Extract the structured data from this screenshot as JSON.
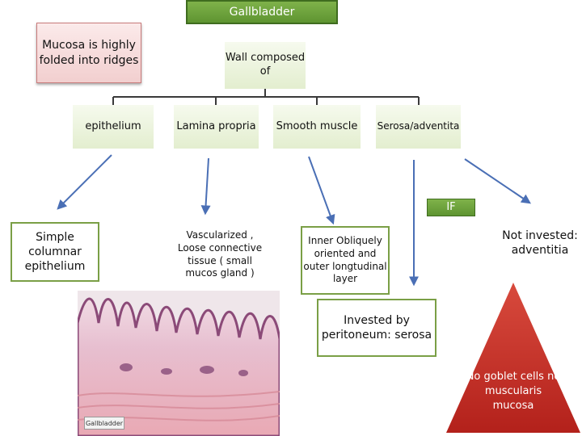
{
  "title": "Gallbladder",
  "mucosa_note": "Mucosa is highly folded into ridges",
  "wall_label": "Wall composed of",
  "layers": {
    "epithelium": "epithelium",
    "lamina_propria": "Lamina propria",
    "smooth_muscle": "Smooth muscle",
    "serosa": "Serosa/adventita"
  },
  "details": {
    "epithelium": "Simple columnar epithelium",
    "lamina_propria": "Vascularized , Loose connective tissue ( small mucos gland )",
    "smooth_muscle": "Inner Obliquely oriented and outer longtudinal layer",
    "if_label": "IF",
    "not_invested": "Not invested: adventitia",
    "invested": "Invested by peritoneum: serosa"
  },
  "triangle_note": "No goblet cells no muscularis mucosa",
  "photo_label": "Gallbladder",
  "colors": {
    "header_green": "#6fa23d",
    "border_green": "#7a9f46",
    "arrow_blue": "#4a6fb5",
    "triangle_red": "#c42a22"
  }
}
